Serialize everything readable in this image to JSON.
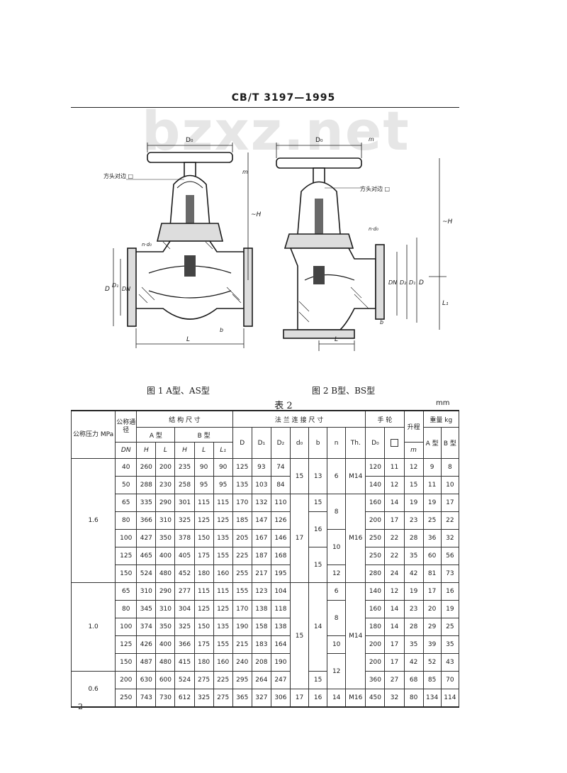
{
  "header": {
    "standard": "CB/T 3197—1995"
  },
  "watermark": "bzxz.net",
  "figure": {
    "caption1": "图 1   A型、AS型",
    "caption2": "图 2   B型、BS型",
    "label_square": "方头对边 □",
    "labels": {
      "D0": "D₀",
      "m": "m",
      "H": "~H",
      "D": "D",
      "D1": "D₁",
      "DN": "DN",
      "n_d0": "n·d₀",
      "b": "b",
      "L": "L",
      "D2": "D₂",
      "L1": "L₁"
    }
  },
  "table": {
    "title": "表 2",
    "unit": "mm",
    "headers": {
      "pressure": "公称压力 MPa",
      "dn_group": "公称通径",
      "dn": "DN",
      "structure": "结 构 尺 寸",
      "flange": "法 兰 连 接 尺 寸",
      "handwheel": "手  轮",
      "lift": "升程",
      "weight": "重量  kg",
      "type_a": "A 型",
      "type_b": "B 型",
      "H": "H",
      "L": "L",
      "H_b": "H",
      "L_b": "L",
      "L1": "L₁",
      "D": "D",
      "D1": "D₁",
      "D2": "D₂",
      "d0": "d₀",
      "b": "b",
      "n": "n",
      "Th": "Th.",
      "D0": "D₀",
      "m": "m",
      "wa": "A 型",
      "wb": "B 型"
    },
    "pressures": [
      "1.6",
      "1.0",
      "0.6"
    ],
    "merged": {
      "d0_15": "15",
      "d0_17a": "17",
      "d0_15b": "15",
      "d0_17b": "17",
      "b_13": "13",
      "b_16a": "16",
      "b_15a": "15",
      "b_14": "14",
      "b_16b": "16",
      "n_6a": "6",
      "n_8a": "8",
      "n_10": "10",
      "n_12a": "12",
      "n_6b": "6",
      "n_8b": "8",
      "n_10b": "10",
      "n_12b": "12",
      "n_14": "14",
      "th_m14a": "M14",
      "th_m16a": "M16",
      "th_m14b": "M14",
      "th_m16b": "M16",
      "b_15c": "15"
    },
    "rows": [
      [
        "40",
        "260",
        "200",
        "235",
        "90",
        "90",
        "125",
        "93",
        "74",
        "120",
        "11",
        "12",
        "9",
        "8"
      ],
      [
        "50",
        "288",
        "230",
        "258",
        "95",
        "95",
        "135",
        "103",
        "84",
        "140",
        "12",
        "15",
        "11",
        "10"
      ],
      [
        "65",
        "335",
        "290",
        "301",
        "115",
        "115",
        "170",
        "132",
        "110",
        "160",
        "14",
        "19",
        "19",
        "17"
      ],
      [
        "80",
        "366",
        "310",
        "325",
        "125",
        "125",
        "185",
        "147",
        "126",
        "200",
        "17",
        "23",
        "25",
        "22"
      ],
      [
        "100",
        "427",
        "350",
        "378",
        "150",
        "135",
        "205",
        "167",
        "146",
        "250",
        "22",
        "28",
        "36",
        "32"
      ],
      [
        "125",
        "465",
        "400",
        "405",
        "175",
        "155",
        "225",
        "187",
        "168",
        "250",
        "22",
        "35",
        "60",
        "56"
      ],
      [
        "150",
        "524",
        "480",
        "452",
        "180",
        "160",
        "255",
        "217",
        "195",
        "280",
        "24",
        "42",
        "81",
        "73"
      ],
      [
        "65",
        "310",
        "290",
        "277",
        "115",
        "115",
        "155",
        "123",
        "104",
        "140",
        "12",
        "19",
        "17",
        "16"
      ],
      [
        "80",
        "345",
        "310",
        "304",
        "125",
        "125",
        "170",
        "138",
        "118",
        "160",
        "14",
        "23",
        "20",
        "19"
      ],
      [
        "100",
        "374",
        "350",
        "325",
        "150",
        "135",
        "190",
        "158",
        "138",
        "180",
        "14",
        "28",
        "29",
        "25"
      ],
      [
        "125",
        "426",
        "400",
        "366",
        "175",
        "155",
        "215",
        "183",
        "164",
        "200",
        "17",
        "35",
        "39",
        "35"
      ],
      [
        "150",
        "487",
        "480",
        "415",
        "180",
        "160",
        "240",
        "208",
        "190",
        "200",
        "17",
        "42",
        "52",
        "43"
      ],
      [
        "200",
        "630",
        "600",
        "524",
        "275",
        "225",
        "295",
        "264",
        "247",
        "360",
        "27",
        "68",
        "85",
        "70"
      ],
      [
        "250",
        "743",
        "730",
        "612",
        "325",
        "275",
        "365",
        "327",
        "306",
        "450",
        "32",
        "80",
        "134",
        "114"
      ]
    ]
  },
  "page_number": "2"
}
